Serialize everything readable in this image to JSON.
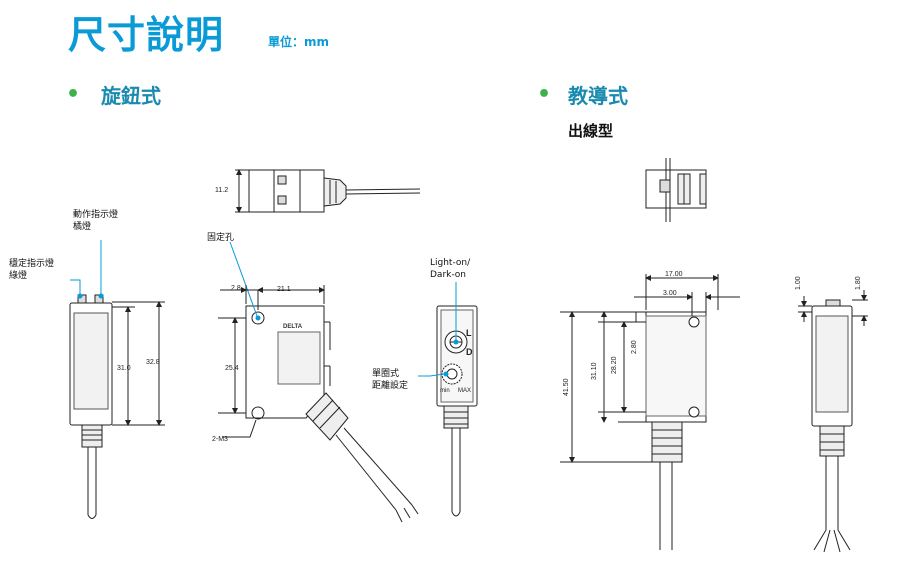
{
  "header": {
    "title": "尺寸說明",
    "unit": "單位：mm"
  },
  "sections": {
    "knob": {
      "bullet": "•",
      "title": "旋鈕式"
    },
    "teach": {
      "bullet": "•",
      "title": "教導式",
      "subtitle": "出線型"
    }
  },
  "knob_front": {
    "label_op_1": "動作指示燈",
    "label_op_2": "橘燈",
    "label_st_1": "穩定指示燈",
    "label_st_2": "綠燈",
    "dim_31": "31.0",
    "dim_32_8": "32.8"
  },
  "knob_top": {
    "dim_11_2": "11.2"
  },
  "knob_side": {
    "label_fix": "固定孔",
    "dim_2_8": "2.8",
    "dim_21_1": "21.1",
    "dim_25_4": "25.4",
    "label_m3": "2-M3",
    "logo": "DELTA"
  },
  "knob_back": {
    "label_lo_1": "Light-on/",
    "label_lo_2": "Dark-on",
    "label_range_1": "單圈式",
    "label_range_2": "距離設定",
    "mark_l": "L",
    "mark_d": "D",
    "mark_min": "min",
    "mark_max": "MAX"
  },
  "teach_side": {
    "dim_17": "17.00",
    "dim_3": "3.00",
    "dim_2_8": "2.80",
    "dim_28_2": "28.20",
    "dim_31_1": "31.10",
    "dim_41_5": "41.50"
  },
  "teach_front": {
    "dim_1": "1.00",
    "dim_1_8": "1.80"
  }
}
